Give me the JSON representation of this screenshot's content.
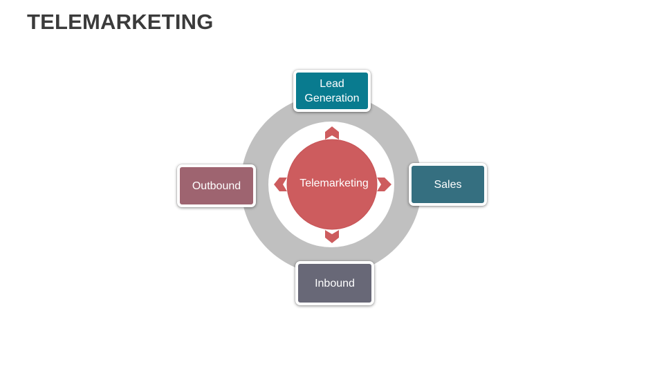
{
  "title": "TELEMARKETING",
  "diagram": {
    "center": {
      "label": "Telemarketing",
      "color": "#cd5c5e"
    },
    "ring_color": "#c0c0c0",
    "arrow_color": "#cd5c5e",
    "nodes": {
      "top": {
        "label_line1": "Lead",
        "label_line2": "Generation",
        "color": "#097b8f"
      },
      "right": {
        "label": "Sales",
        "color": "#356f80"
      },
      "bottom": {
        "label": "Inbound",
        "color": "#686877"
      },
      "left": {
        "label": "Outbound",
        "color": "#9e6470"
      }
    }
  }
}
